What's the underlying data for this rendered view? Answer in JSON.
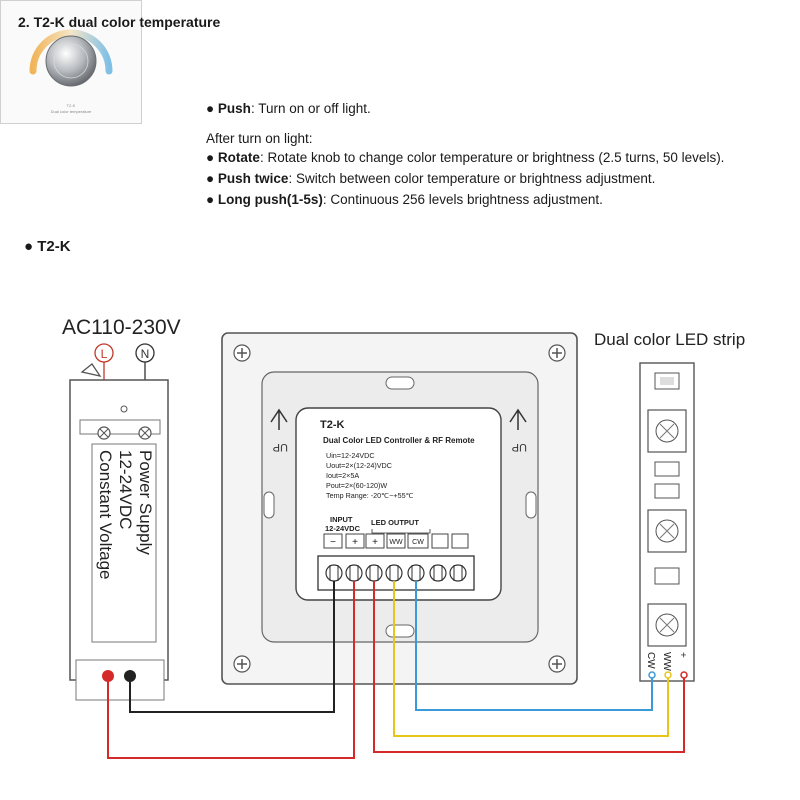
{
  "section_title": "2. T2-K  dual color temperature",
  "product_card": {
    "fine_line_1": "T2-K  ",
    "fine_line_2": "Dual color temperature"
  },
  "features": [
    {
      "bullet": "●",
      "label": "Push",
      "text": ": Turn on or off light."
    },
    {
      "bullet": "",
      "label": "",
      "text": "After turn on light:"
    },
    {
      "bullet": "●",
      "label": "Rotate",
      "text": ": Rotate knob to change color temperature or brightness (2.5 turns, 50 levels)."
    },
    {
      "bullet": "●",
      "label": "Push twice",
      "text": ": Switch between color temperature or brightness adjustment."
    },
    {
      "bullet": "●",
      "label": "Long push(1-5s)",
      "text": ": Continuous 256 levels brightness adjustment."
    }
  ],
  "model_heading": "● T2-K",
  "diagram": {
    "ac_label": "AC110-230V",
    "terminal_l": "L",
    "terminal_n": "N",
    "power_supply": {
      "line1": "Power Supply",
      "line2": "12-24VDC",
      "line3": "Constant Voltage"
    },
    "up_arrow_label": "UP",
    "controller": {
      "model": "T2-K",
      "name": "Dual Color LED Controller & RF Remote",
      "specs": [
        "Uin=12-24VDC",
        "Uout=2×(12-24)VDC",
        "Iout=2×5A",
        "Pout=2×(60-120)W",
        "Temp Range: -20℃~+55℃"
      ],
      "input_label_1": "INPUT",
      "input_label_2": "12-24VDC",
      "output_label": "LED OUTPUT",
      "terminals": [
        "−",
        "+",
        "+",
        "WW",
        "CW"
      ]
    },
    "led_strip": {
      "label": "Dual color LED strip",
      "pins": [
        "CW",
        "WW",
        "+"
      ]
    },
    "wire_colors": {
      "red": "#d42a2a",
      "black": "#222222",
      "yellow": "#e6c61a",
      "blue": "#3a9ad9"
    }
  }
}
